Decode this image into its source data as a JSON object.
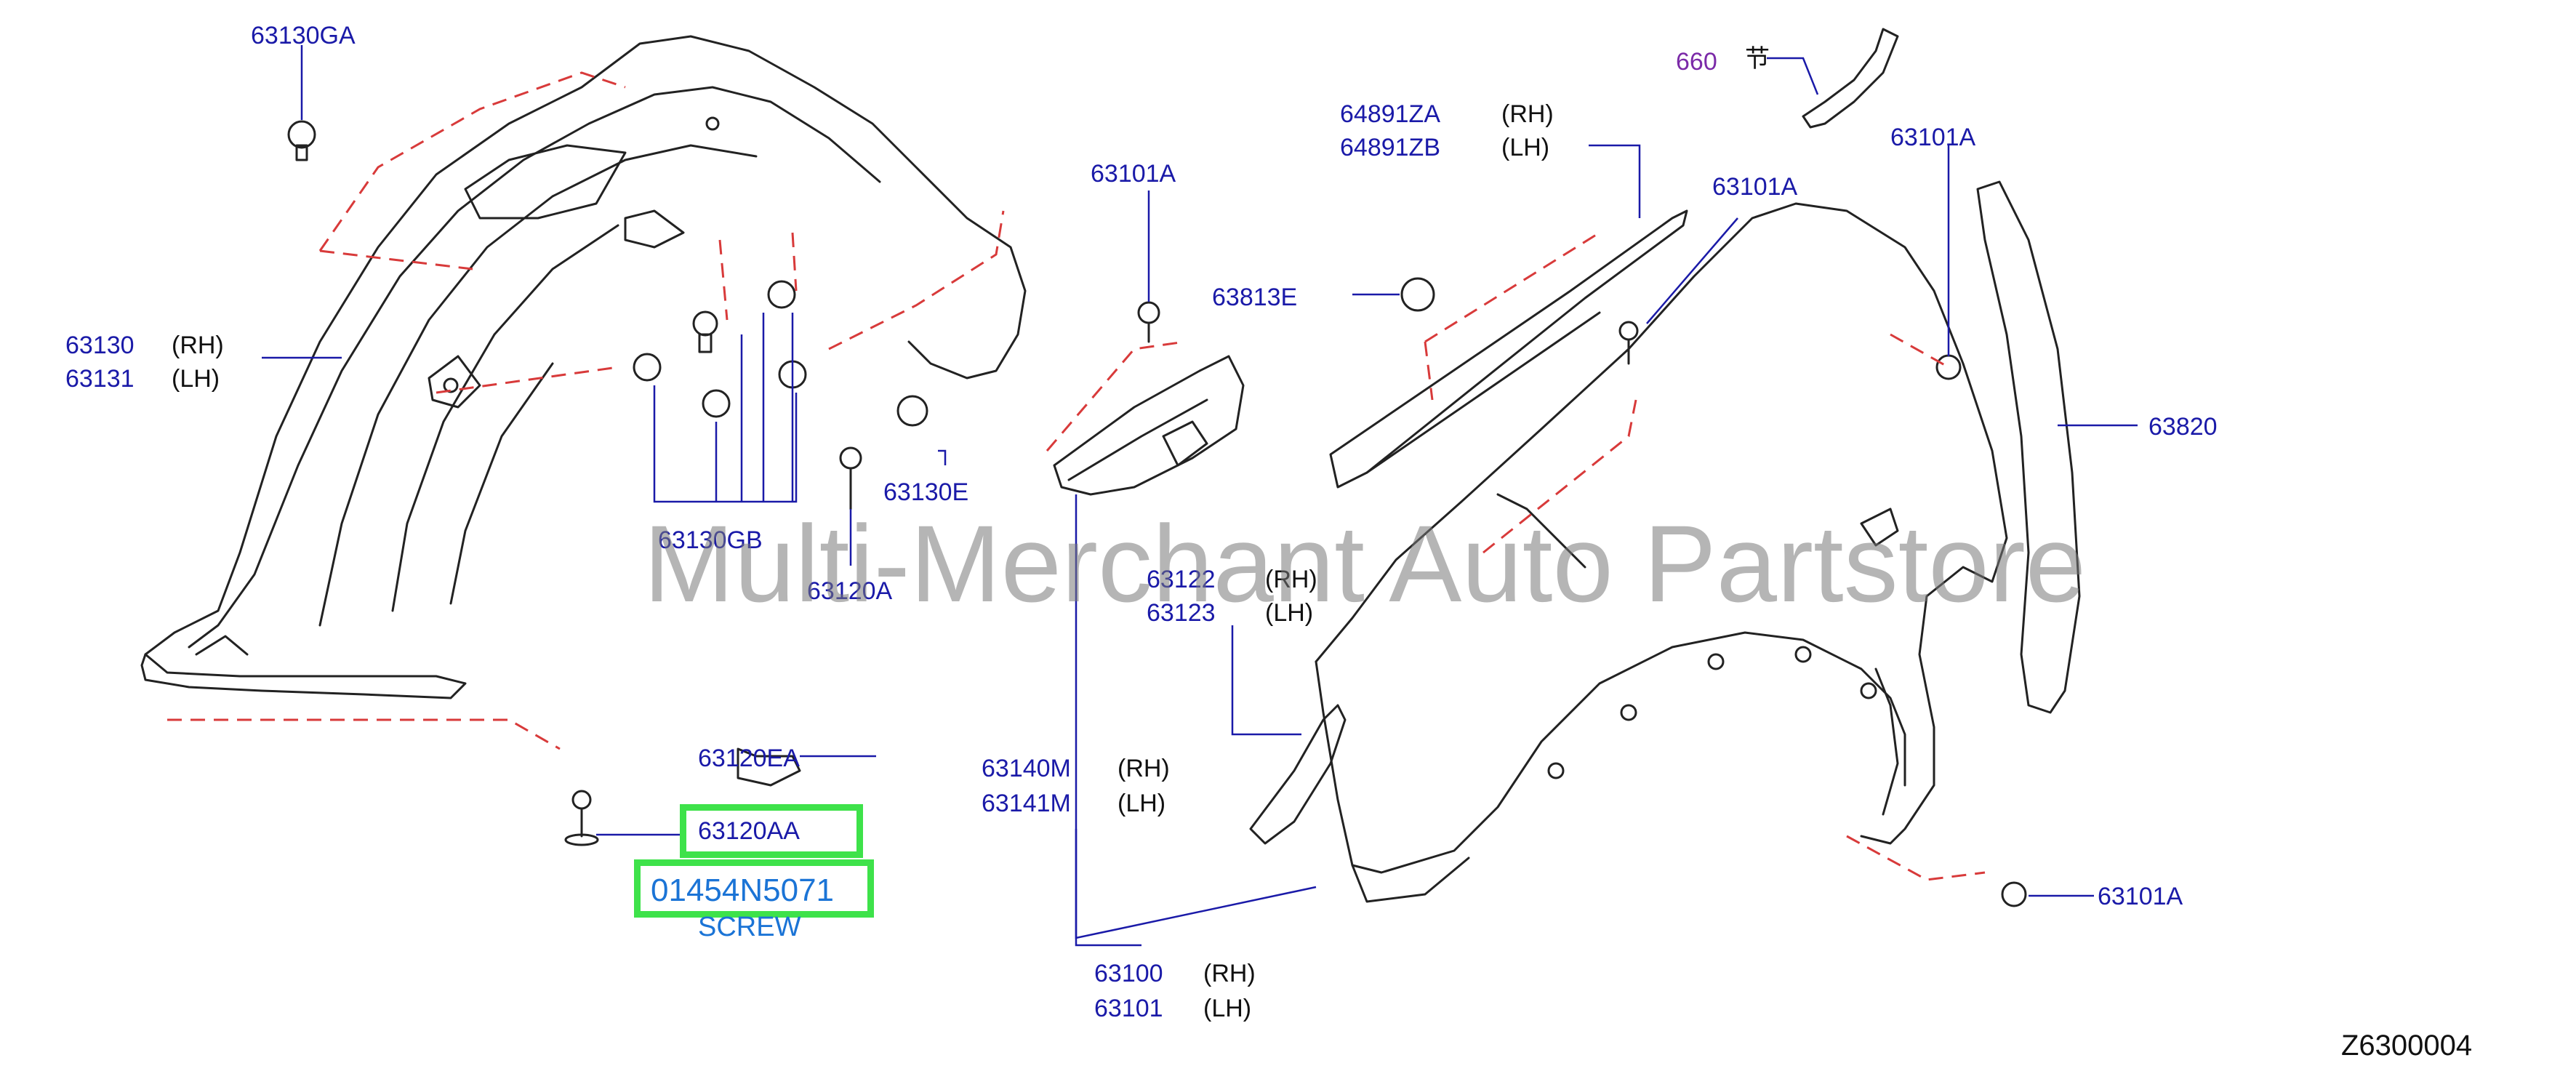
{
  "title": "",
  "colors": {
    "label": "#1a1aa8",
    "violet_label": "#7b2aa8",
    "highlight_border": "#3ee24a",
    "highlight_text": "#1b74d6",
    "leader": "#1a1aa8",
    "dashed": "#d83a3a",
    "linework": "#222222",
    "watermark": "#8a8a8a"
  },
  "watermark": "Multi-Merchant Auto Partstore",
  "figure_id": "Z6300004",
  "parts": {
    "p63130GA": "63130GA",
    "p63130": "63130",
    "p63130_side": "(RH)",
    "p63131": "63131",
    "p63131_side": "(LH)",
    "p63130GB": "63130GB",
    "p63120A": "63120A",
    "p63130E": "63130E",
    "p63120EA": "63120EA",
    "p63120AA": "63120AA",
    "p01454N5071": "01454N5071",
    "screw": "SCREW",
    "p63101A_a": "63101A",
    "p63813E": "63813E",
    "p64891ZA": "64891ZA",
    "p64891ZA_side": "(RH)",
    "p64891ZB": "64891ZB",
    "p64891ZB_side": "(LH)",
    "p660": "660",
    "p660_char": "节",
    "p63101A_b": "63101A",
    "p63101A_c": "63101A",
    "p63820": "63820",
    "p63122": "63122",
    "p63122_side": "(RH)",
    "p63123": "63123",
    "p63123_side": "(LH)",
    "p63140M": "63140M",
    "p63140M_side": "(RH)",
    "p63141M": "63141M",
    "p63141M_side": "(LH)",
    "p63100": "63100",
    "p63100_side": "(RH)",
    "p63101": "63101",
    "p63101_side": "(LH)",
    "p63101A_d": "63101A"
  }
}
